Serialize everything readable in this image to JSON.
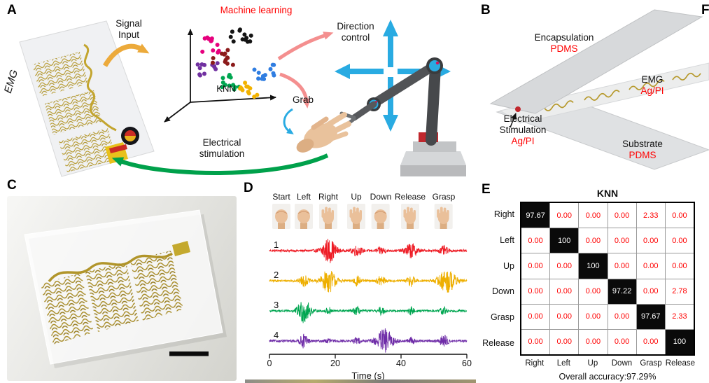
{
  "panels": {
    "a": {
      "label": "A",
      "emg_axis": "EMG",
      "signal_input_line1": "Signal",
      "signal_input_line2": "Input",
      "machine_learning": "Machine learning",
      "knn": "KNN",
      "direction_line1": "Direction",
      "direction_line2": "control",
      "grab": "Grab",
      "estim_line1": "Electrical",
      "estim_line2": "stimulation",
      "scatter_clusters": [
        {
          "color": "#e6007e",
          "x": 300,
          "y": 64
        },
        {
          "color": "#141414",
          "x": 344,
          "y": 52
        },
        {
          "color": "#7030a0",
          "x": 297,
          "y": 97
        },
        {
          "color": "#00a651",
          "x": 330,
          "y": 117
        },
        {
          "color": "#f2b200",
          "x": 353,
          "y": 129
        },
        {
          "color": "#2f7de1",
          "x": 377,
          "y": 103
        },
        {
          "color": "#8b1a1a",
          "x": 318,
          "y": 82
        }
      ]
    },
    "b": {
      "label": "B",
      "encapsulation_name": "Encapsulation",
      "encapsulation_material": "PDMS",
      "emg_name": "EMG",
      "emg_material": "Ag/PI",
      "estim_line1": "Electrical",
      "estim_line2": "Stimulation",
      "estim_material": "Ag/PI",
      "substrate_name": "Substrate",
      "substrate_material": "PDMS"
    },
    "c": {
      "label": "C"
    },
    "d": {
      "label": "D",
      "gestures": [
        "Start",
        "Left",
        "Right",
        "Up",
        "Down",
        "Release",
        "Grasp"
      ],
      "channels": [
        "1",
        "2",
        "3",
        "4"
      ],
      "xticks": [
        "0",
        "20",
        "40",
        "60"
      ],
      "xlabel": "Time (s)"
    },
    "e": {
      "label": "E",
      "title": "KNN",
      "row_labels": [
        "Right",
        "Left",
        "Up",
        "Down",
        "Grasp",
        "Release"
      ],
      "col_labels": [
        "Right",
        "Left",
        "Up",
        "Down",
        "Grasp",
        "Release"
      ],
      "matrix": [
        [
          "97.67",
          "0.00",
          "0.00",
          "0.00",
          "2.33",
          "0.00"
        ],
        [
          "0.00",
          "100",
          "0.00",
          "0.00",
          "0.00",
          "0.00"
        ],
        [
          "0.00",
          "0.00",
          "100",
          "0.00",
          "0.00",
          "0.00"
        ],
        [
          "0.00",
          "0.00",
          "0.00",
          "97.22",
          "0.00",
          "2.78"
        ],
        [
          "0.00",
          "0.00",
          "0.00",
          "0.00",
          "97.67",
          "2.33"
        ],
        [
          "0.00",
          "0.00",
          "0.00",
          "0.00",
          "0.00",
          "100"
        ]
      ],
      "overall_accuracy": "Overall accuracy:97.29%"
    },
    "f": {
      "label": "F"
    }
  },
  "colors": {
    "red_text": "#ff0000",
    "matrix_diag_bg": "#0a0a0a",
    "matrix_value_red": "#ff0000",
    "gold_trace": "#b6992c",
    "direction_arrow_blue": "#29abe2",
    "stim_arrow_green": "#00a14b",
    "signal_arrow_yellow": "#ecaa3b",
    "ml_arrow_pink": "#f48f8f"
  },
  "chart_data": [
    {
      "type": "line",
      "title": "Four-channel EMG recordings during gesture sequence",
      "xlabel": "Time (s)",
      "x_range": [
        0,
        60
      ],
      "x_ticks": [
        0,
        20,
        40,
        60
      ],
      "gesture_sequence": [
        "Start",
        "Left",
        "Right",
        "Up",
        "Down",
        "Release",
        "Grasp"
      ],
      "gesture_times_s": [
        3.5,
        10.5,
        18,
        26.5,
        34,
        43,
        53
      ],
      "series": [
        {
          "name": "1",
          "color": "#ee1c25",
          "bursts_t_w_amp": [
            [
              18,
              3.5,
              1.0
            ],
            [
              26.5,
              2.5,
              0.4
            ],
            [
              34,
              2,
              0.3
            ],
            [
              43,
              3,
              0.6
            ],
            [
              53,
              2,
              0.35
            ]
          ]
        },
        {
          "name": "2",
          "color": "#eeaf00",
          "bursts_t_w_amp": [
            [
              10.5,
              2,
              0.45
            ],
            [
              18,
              3.5,
              0.95
            ],
            [
              26.5,
              2,
              0.4
            ],
            [
              34,
              2,
              0.4
            ],
            [
              43,
              2,
              0.45
            ],
            [
              54,
              4,
              1.0
            ]
          ]
        },
        {
          "name": "3",
          "color": "#00a651",
          "bursts_t_w_amp": [
            [
              10.5,
              3,
              1.0
            ],
            [
              18,
              1.5,
              0.25
            ],
            [
              26.5,
              1.5,
              0.3
            ],
            [
              34,
              1.5,
              0.3
            ],
            [
              43,
              1.5,
              0.3
            ],
            [
              53,
              1.5,
              0.35
            ]
          ]
        },
        {
          "name": "4",
          "color": "#6f2da8",
          "bursts_t_w_amp": [
            [
              10.5,
              2,
              0.55
            ],
            [
              18,
              1.5,
              0.2
            ],
            [
              26.5,
              1.5,
              0.3
            ],
            [
              35,
              4,
              1.0
            ],
            [
              43,
              1.5,
              0.3
            ],
            [
              53,
              2,
              0.5
            ]
          ]
        }
      ]
    },
    {
      "type": "heatmap",
      "title": "KNN",
      "rows": [
        "Right",
        "Left",
        "Up",
        "Down",
        "Grasp",
        "Release"
      ],
      "cols": [
        "Right",
        "Left",
        "Up",
        "Down",
        "Grasp",
        "Release"
      ],
      "values": [
        [
          97.67,
          0,
          0,
          0,
          2.33,
          0
        ],
        [
          0,
          100,
          0,
          0,
          0,
          0
        ],
        [
          0,
          0,
          100,
          0,
          0,
          0
        ],
        [
          0,
          0,
          0,
          97.22,
          0,
          2.78
        ],
        [
          0,
          0,
          0,
          0,
          97.67,
          2.33
        ],
        [
          0,
          0,
          0,
          0,
          0,
          100
        ]
      ],
      "annotation": "Overall accuracy:97.29%"
    }
  ]
}
